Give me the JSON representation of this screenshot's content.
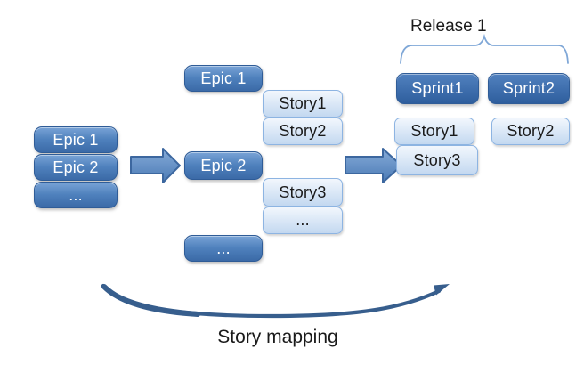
{
  "backlog": {
    "items": [
      "Epic 1",
      "Epic 2",
      "..."
    ]
  },
  "story_map": {
    "groups": [
      {
        "epic": "Epic 1",
        "stories": [
          "Story1",
          "Story2"
        ]
      },
      {
        "epic": "Epic 2",
        "stories": [
          "Story3",
          "..."
        ]
      },
      {
        "epic": "..."
      }
    ]
  },
  "release": {
    "label": "Release 1",
    "sprints": [
      {
        "name": "Sprint1",
        "stories": [
          "Story1",
          "Story3"
        ]
      },
      {
        "name": "Sprint2",
        "stories": [
          "Story2"
        ]
      }
    ]
  },
  "caption": "Story mapping",
  "icons": {
    "arrow1": "transform-arrow",
    "arrow2": "transform-arrow",
    "brace": "release-brace",
    "swoosh": "story-mapping-curved-arrow"
  },
  "colors": {
    "epic_top": "#79a3d6",
    "epic_bottom": "#3b6aa7",
    "epic_border": "#2f5c97",
    "sprint_top": "#5181bf",
    "sprint_bottom": "#2e5e9d",
    "story_top": "#f2f7fd",
    "story_bottom": "#c3d8f0",
    "story_border": "#8db4e2",
    "arrow_top": "#86abd8",
    "arrow_bottom": "#4a7ab5",
    "arrow_border": "#3c679f",
    "swoosh": "#375e8d",
    "brace": "#7fa7d7",
    "text_dark": "#1a1a1a",
    "text_on_blue": "#ffffff"
  }
}
